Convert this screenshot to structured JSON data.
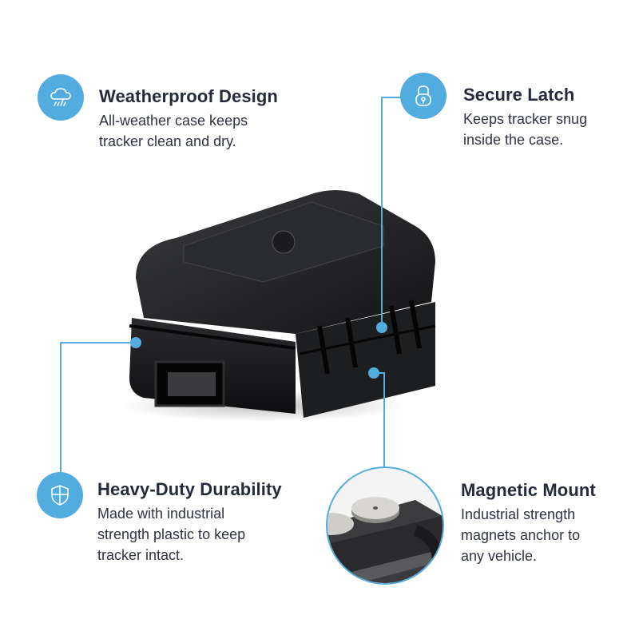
{
  "accent_color": "#53acdf",
  "text_color": "#262b3c",
  "features": [
    {
      "id": "weatherproof",
      "title": "Weatherproof Design",
      "desc_lines": [
        "All-weather case keeps",
        "tracker clean and dry."
      ],
      "icon": "cloud-rain-icon"
    },
    {
      "id": "latch",
      "title": "Secure Latch",
      "desc_lines": [
        "Keeps tracker snug",
        "inside the case."
      ],
      "icon": "lock-icon"
    },
    {
      "id": "durability",
      "title": "Heavy-Duty Durability",
      "desc_lines": [
        "Made with industrial",
        "strength plastic to keep",
        "tracker intact."
      ],
      "icon": "shield-icon"
    },
    {
      "id": "magnetic",
      "title": "Magnetic Mount",
      "desc_lines": [
        "Industrial strength",
        "magnets anchor to",
        "any vehicle."
      ],
      "icon": "magnet-closeup-image"
    }
  ]
}
